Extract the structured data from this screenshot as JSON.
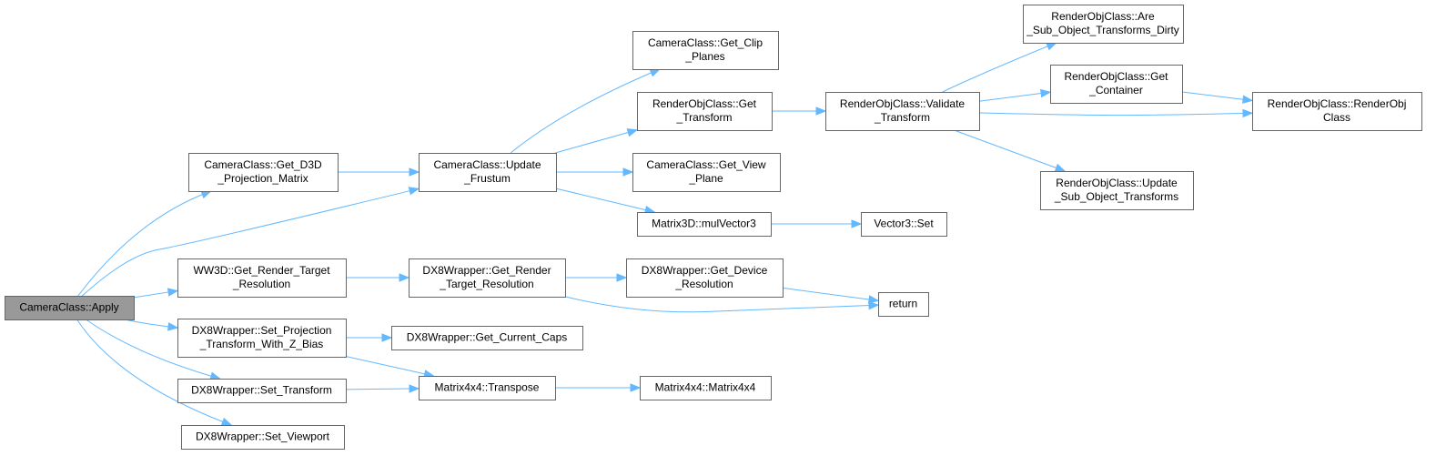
{
  "colors": {
    "edge": "#63b8ff",
    "node_border": "#666666",
    "root_fill": "#999999",
    "node_fill": "#ffffff"
  },
  "nodes": {
    "apply": {
      "lines": [
        "CameraClass::Apply"
      ]
    },
    "get_d3d": {
      "lines": [
        "CameraClass::Get_D3D",
        "_Projection_Matrix"
      ]
    },
    "update_frustum": {
      "lines": [
        "CameraClass::Update",
        "_Frustum"
      ]
    },
    "get_clip": {
      "lines": [
        "CameraClass::Get_Clip",
        "_Planes"
      ]
    },
    "get_transform": {
      "lines": [
        "RenderObjClass::Get",
        "_Transform"
      ]
    },
    "validate": {
      "lines": [
        "RenderObjClass::Validate",
        "_Transform"
      ]
    },
    "are_sub": {
      "lines": [
        "RenderObjClass::Are",
        "_Sub_Object_Transforms_Dirty"
      ]
    },
    "get_container": {
      "lines": [
        "RenderObjClass::Get",
        "_Container"
      ]
    },
    "renderobj": {
      "lines": [
        "RenderObjClass::RenderObj",
        "Class"
      ]
    },
    "update_sub": {
      "lines": [
        "RenderObjClass::Update",
        "_Sub_Object_Transforms"
      ]
    },
    "get_view": {
      "lines": [
        "CameraClass::Get_View",
        "_Plane"
      ]
    },
    "mulvector": {
      "lines": [
        "Matrix3D::mulVector3"
      ]
    },
    "vector_set": {
      "lines": [
        "Vector3::Set"
      ]
    },
    "ww3d_res": {
      "lines": [
        "WW3D::Get_Render_Target",
        "_Resolution"
      ]
    },
    "dx8_rt_res": {
      "lines": [
        "DX8Wrapper::Get_Render",
        "_Target_Resolution"
      ]
    },
    "dx8_dev_res": {
      "lines": [
        "DX8Wrapper::Get_Device",
        "_Resolution"
      ]
    },
    "return": {
      "lines": [
        "return"
      ]
    },
    "set_proj": {
      "lines": [
        "DX8Wrapper::Set_Projection",
        "_Transform_With_Z_Bias"
      ]
    },
    "caps": {
      "lines": [
        "DX8Wrapper::Get_Current_Caps"
      ]
    },
    "set_transform": {
      "lines": [
        "DX8Wrapper::Set_Transform"
      ]
    },
    "transpose": {
      "lines": [
        "Matrix4x4::Transpose"
      ]
    },
    "matrix4x4": {
      "lines": [
        "Matrix4x4::Matrix4x4"
      ]
    },
    "set_viewport": {
      "lines": [
        "DX8Wrapper::Set_Viewport"
      ]
    }
  },
  "edges": [
    [
      "apply",
      "get_d3d"
    ],
    [
      "apply",
      "update_frustum"
    ],
    [
      "apply",
      "ww3d_res"
    ],
    [
      "apply",
      "set_proj"
    ],
    [
      "apply",
      "set_transform"
    ],
    [
      "apply",
      "set_viewport"
    ],
    [
      "get_d3d",
      "update_frustum"
    ],
    [
      "update_frustum",
      "get_clip"
    ],
    [
      "update_frustum",
      "get_transform"
    ],
    [
      "update_frustum",
      "get_view"
    ],
    [
      "update_frustum",
      "mulvector"
    ],
    [
      "get_transform",
      "validate"
    ],
    [
      "validate",
      "are_sub"
    ],
    [
      "validate",
      "get_container"
    ],
    [
      "validate",
      "renderobj"
    ],
    [
      "validate",
      "update_sub"
    ],
    [
      "get_container",
      "renderobj"
    ],
    [
      "mulvector",
      "vector_set"
    ],
    [
      "ww3d_res",
      "dx8_rt_res"
    ],
    [
      "dx8_rt_res",
      "dx8_dev_res"
    ],
    [
      "dx8_rt_res",
      "return"
    ],
    [
      "dx8_dev_res",
      "return"
    ],
    [
      "set_proj",
      "caps"
    ],
    [
      "set_proj",
      "transpose"
    ],
    [
      "set_transform",
      "transpose"
    ],
    [
      "transpose",
      "matrix4x4"
    ]
  ]
}
